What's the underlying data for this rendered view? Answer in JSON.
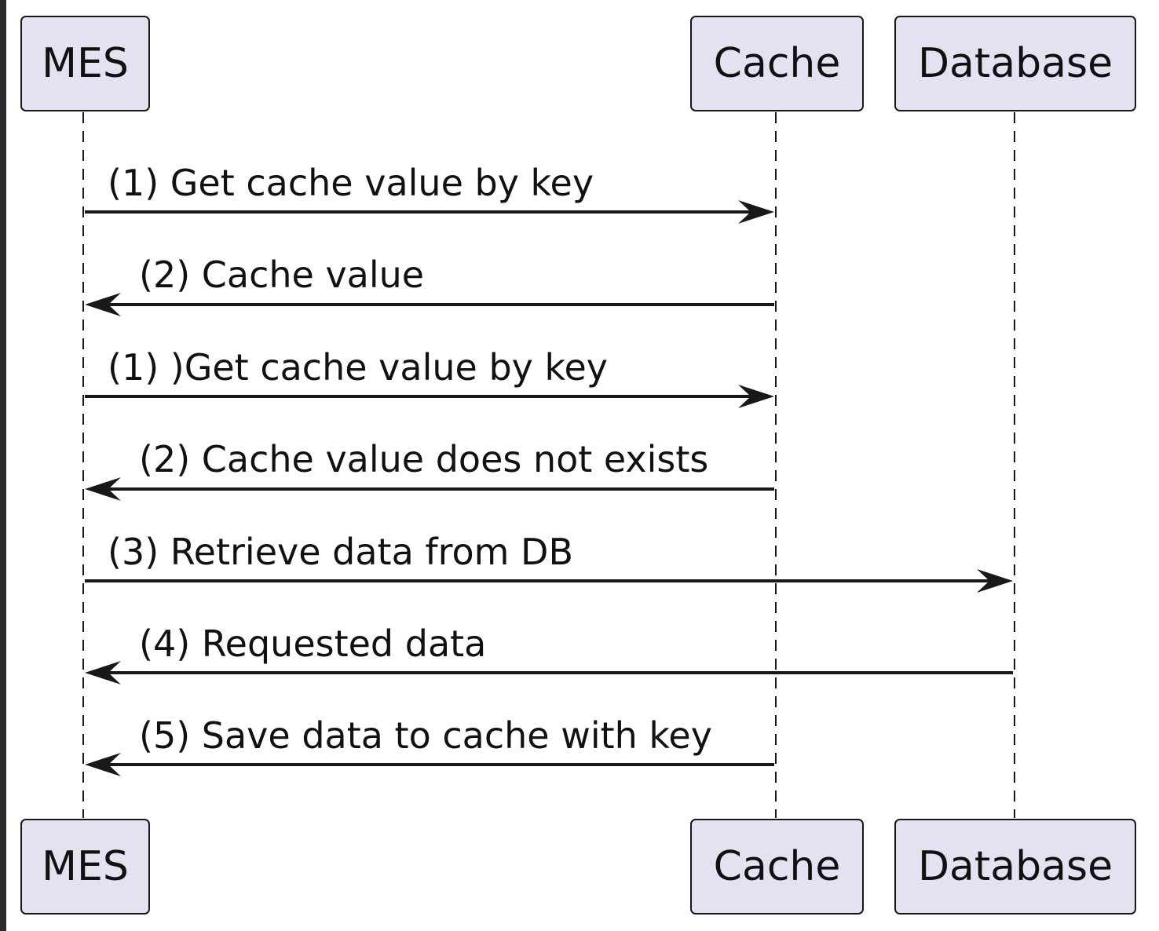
{
  "participants": [
    {
      "id": "mes",
      "label": "MES"
    },
    {
      "id": "cache",
      "label": "Cache"
    },
    {
      "id": "database",
      "label": "Database"
    }
  ],
  "messages": [
    {
      "from": "mes",
      "to": "cache",
      "label": "(1) Get cache value by key"
    },
    {
      "from": "cache",
      "to": "mes",
      "label": "(2) Cache value"
    },
    {
      "from": "mes",
      "to": "cache",
      "label": "(1) )Get cache value by key"
    },
    {
      "from": "cache",
      "to": "mes",
      "label": "(2) Cache value does not exists"
    },
    {
      "from": "mes",
      "to": "database",
      "label": "(3) Retrieve data from DB"
    },
    {
      "from": "database",
      "to": "mes",
      "label": "(4) Requested data"
    },
    {
      "from": "cache",
      "to": "mes",
      "label": "(5) Save data to cache with key"
    }
  ],
  "colors": {
    "participant_fill": "#e2e2f0",
    "line": "#181818",
    "background": "#ffffff",
    "frame": "#2b2b2b"
  }
}
